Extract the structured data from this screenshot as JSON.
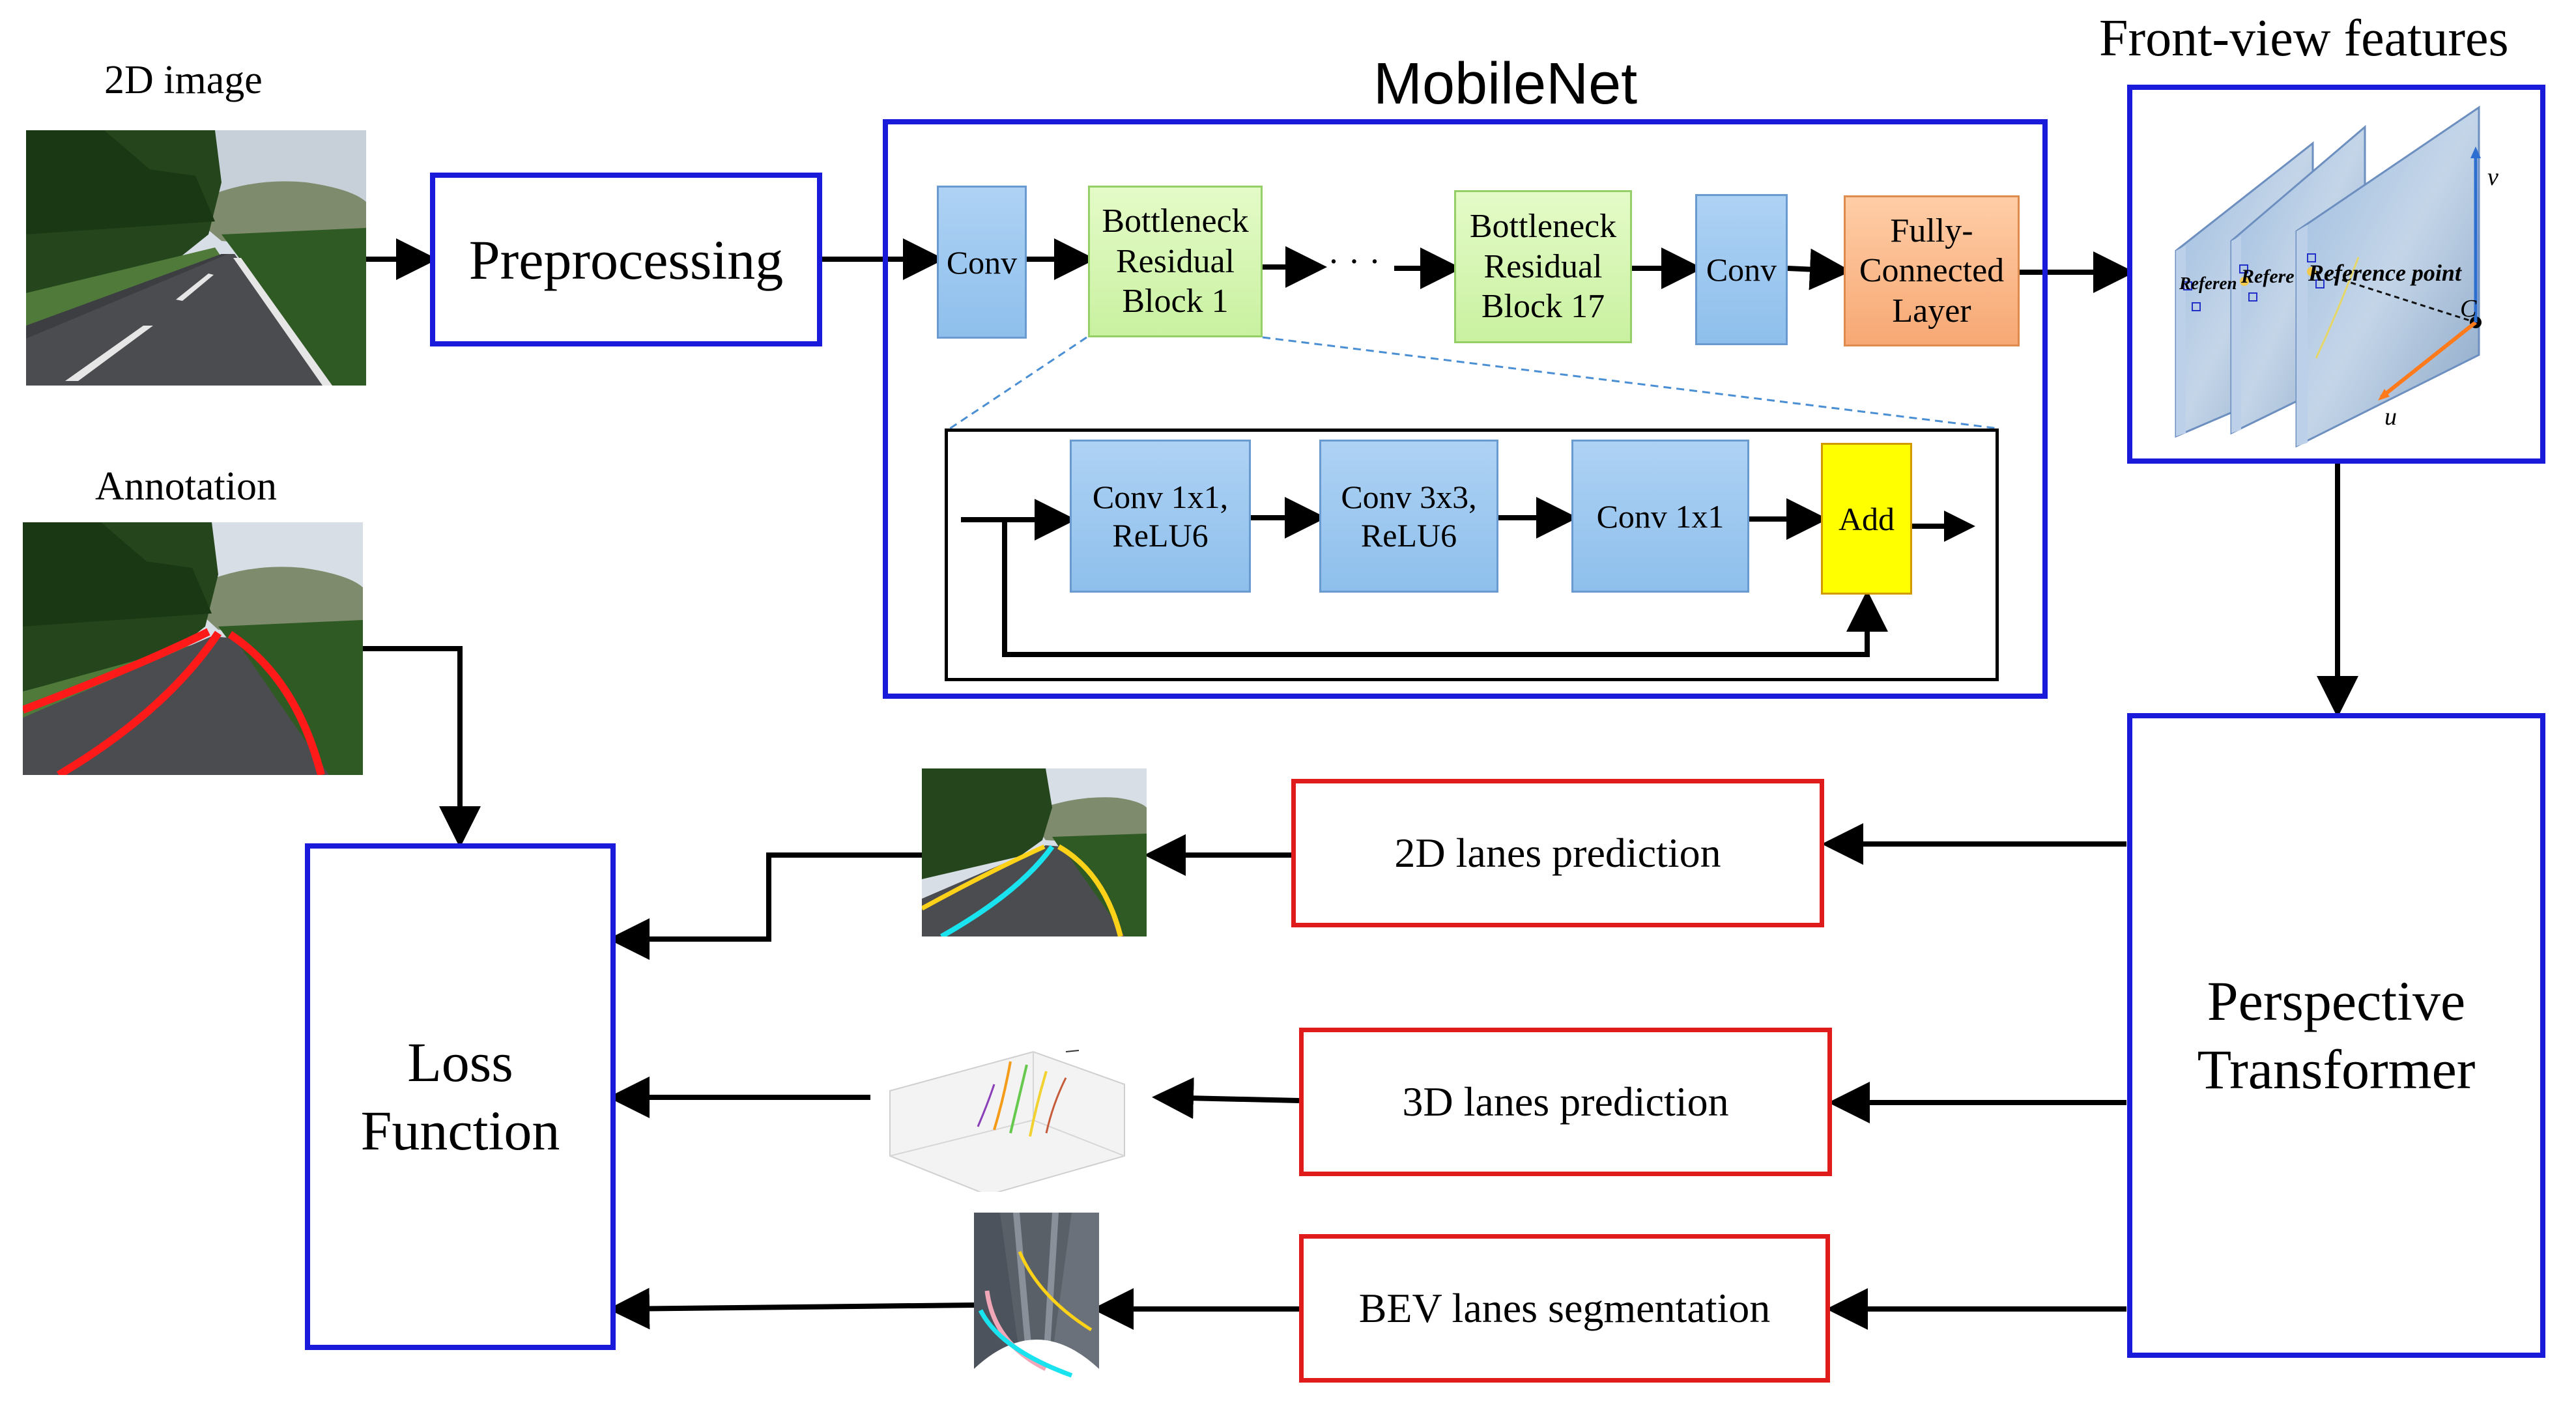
{
  "labels": {
    "image_2d": "2D image",
    "annotation": "Annotation",
    "mobilenet": "MobileNet",
    "front_view": "Front-view features"
  },
  "blocks": {
    "preprocessing": "Preprocessing",
    "conv": "Conv",
    "bottleneck_1": "Bottleneck\nResidual\nBlock 1",
    "ellipsis": "· · ·",
    "bottleneck_17": "Bottleneck\nResidual\nBlock 17",
    "fully_connected": "Fully-\nConnected\nLayer",
    "conv1x1_relu6": "Conv 1x1,\nReLU6",
    "conv3x3_relu6": "Conv 3x3,\nReLU6",
    "conv1x1": "Conv 1x1",
    "add": "Add",
    "perspective_transformer": "Perspective\nTransformer",
    "loss_function": "Loss\nFunction",
    "pred_2d": "2D lanes prediction",
    "pred_3d": "3D lanes prediction",
    "bev_seg": "BEV lanes segmentation"
  },
  "feature_panels": {
    "ref_point": "Reference point",
    "ref_1": "Referen",
    "ref_2": "Refere",
    "axis_u": "u",
    "axis_v": "v",
    "axis_c": "C"
  },
  "colors": {
    "blue_border": "#1a1adb",
    "red_border": "#e01b1b",
    "conv_fill": "#9cc8f0",
    "bottleneck_fill": "#d4f6b0",
    "fc_fill": "#f9b887",
    "add_fill": "#ffff00",
    "lane_red": "#ff1a1a",
    "lane_cyan": "#19e3ef",
    "lane_yellow": "#ffd21a"
  }
}
